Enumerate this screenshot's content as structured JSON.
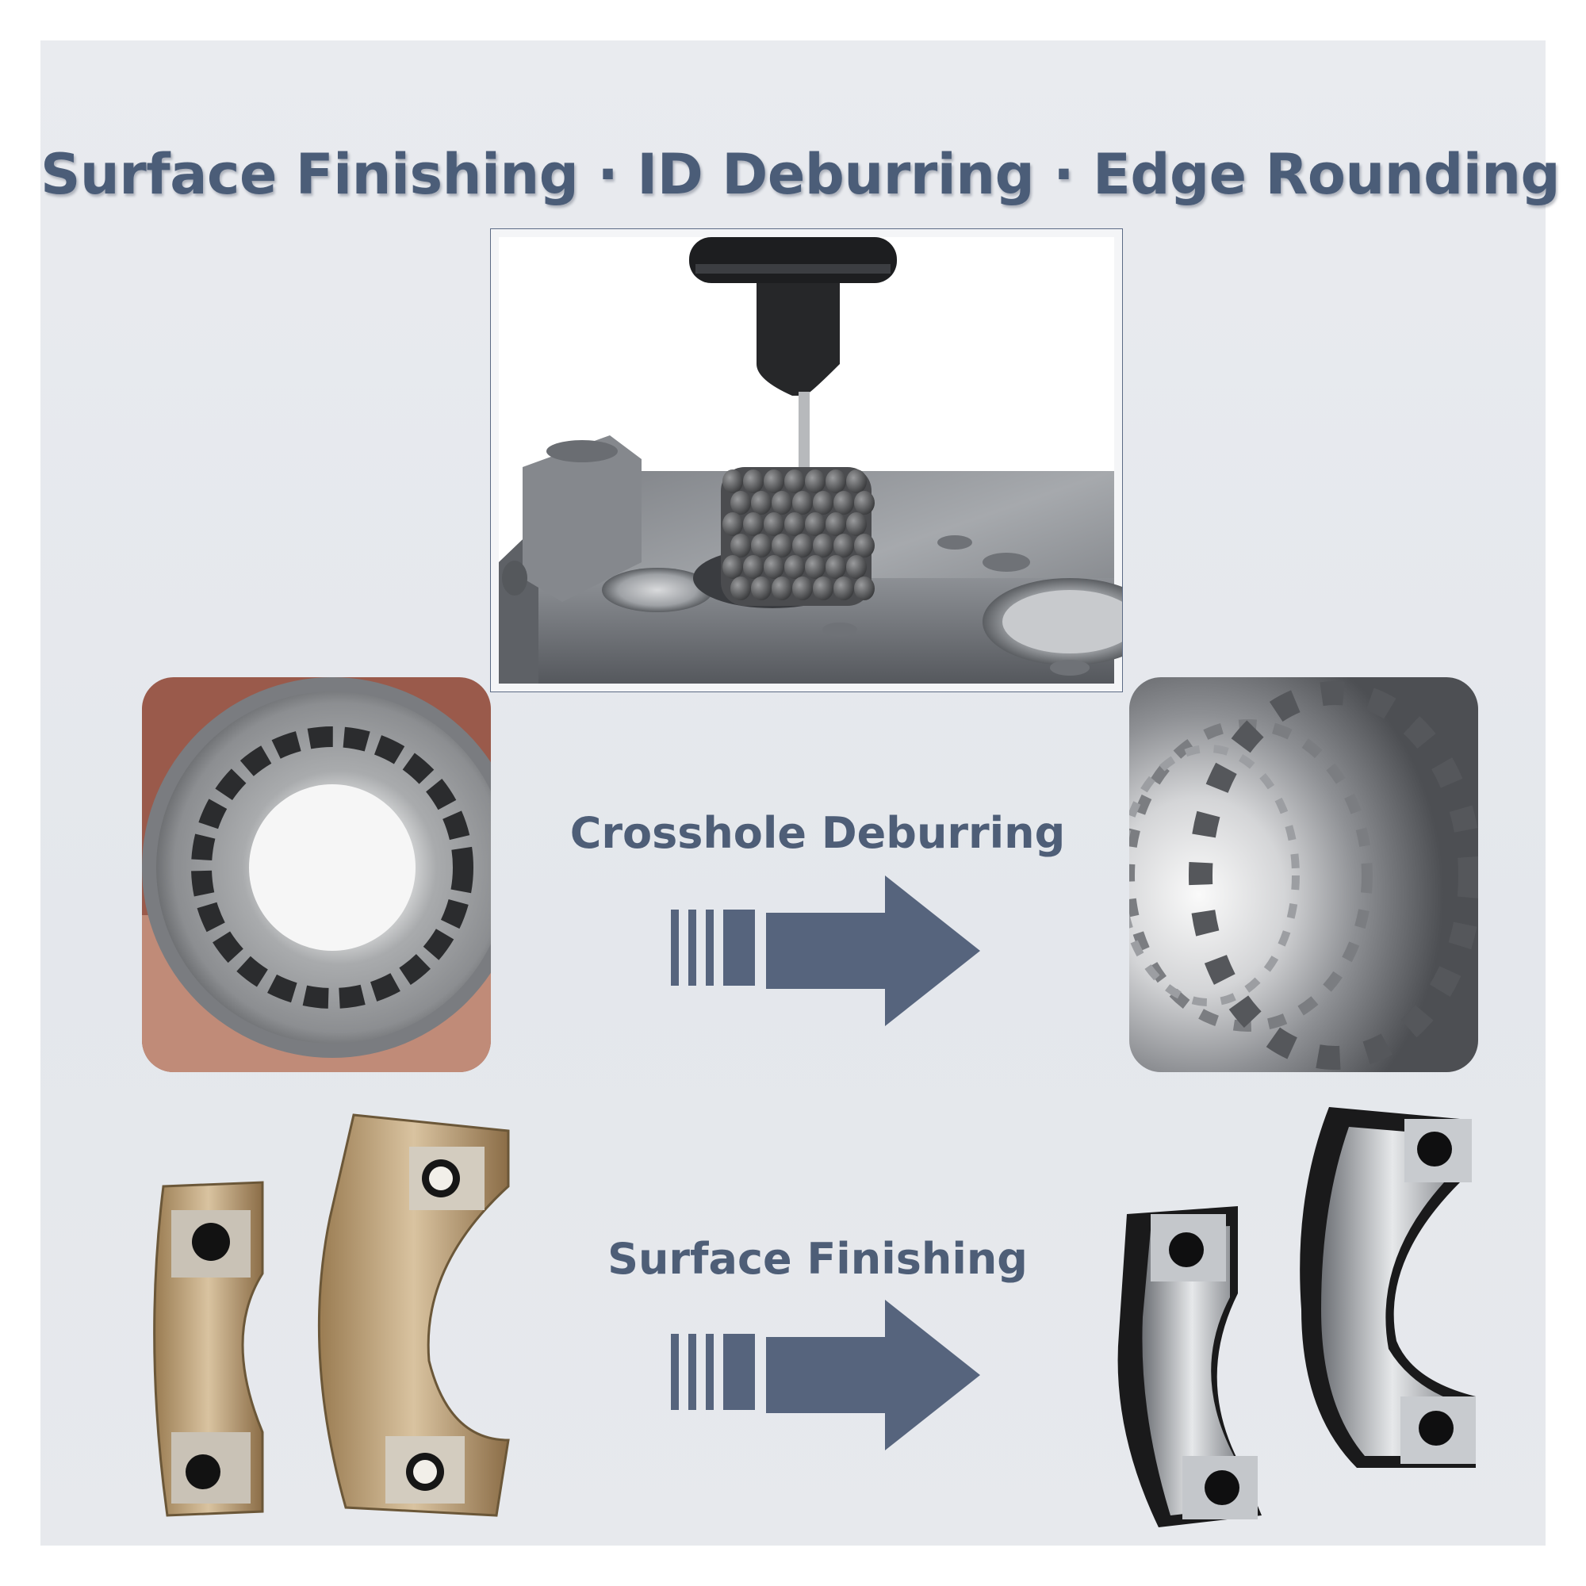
{
  "title": "Surface Finishing · ID Deburring · Edge Rounding",
  "process_1": {
    "label": "Crosshole Deburring",
    "before_image": "valve-bore-with-burrs-photo",
    "after_image": "deburred-bore-crossholes-photo"
  },
  "process_2": {
    "label": "Surface Finishing",
    "before_image": "rough-bearing-caps-photo",
    "after_image": "finished-bearing-caps-photo"
  },
  "hero_image": "flexible-hone-tool-in-manifold-bore-photo",
  "colors": {
    "text": "#4e5e77",
    "arrow": "#56647d",
    "background": "#e7e9ed"
  }
}
